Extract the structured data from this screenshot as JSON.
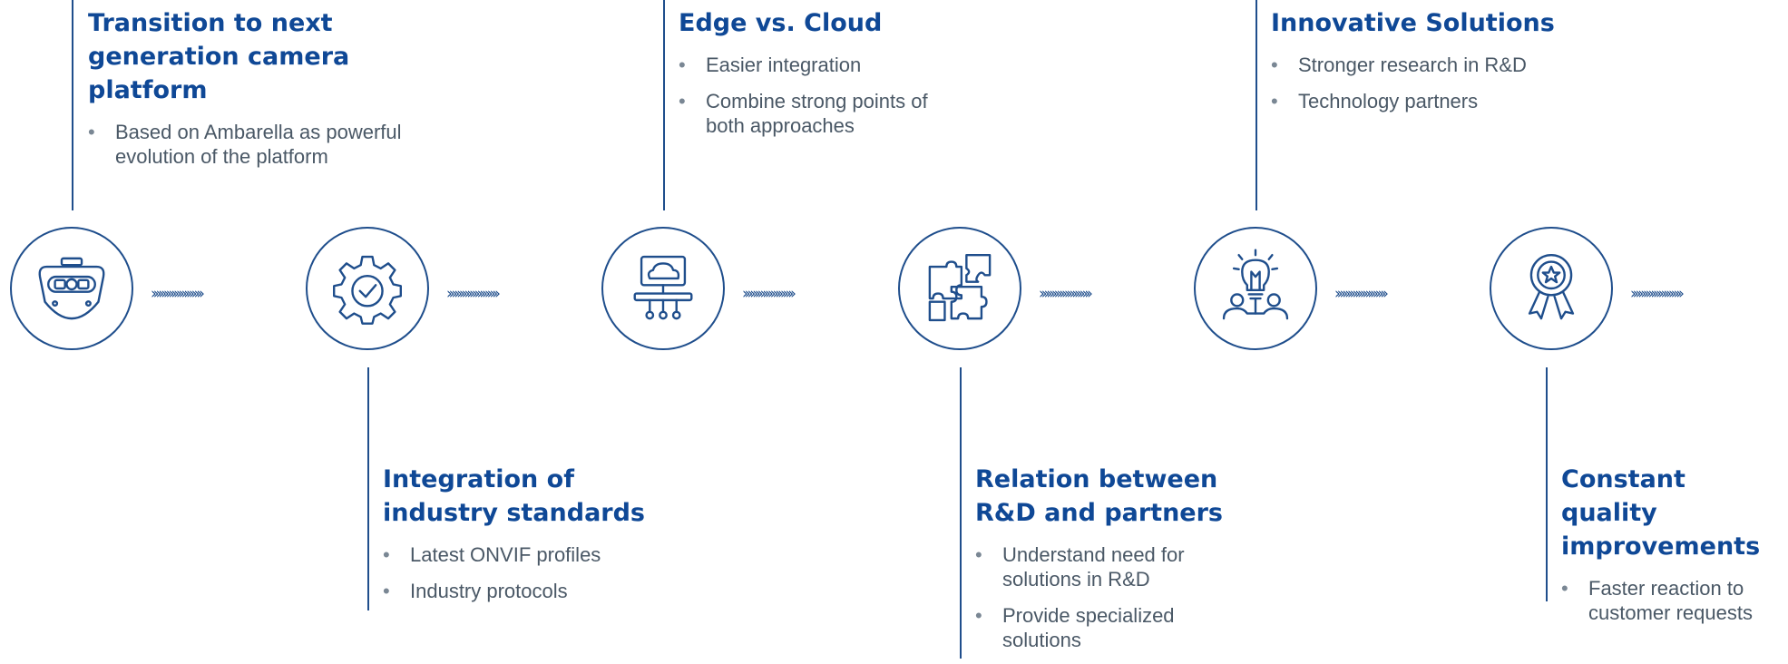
{
  "colors": {
    "accent": "#1f4e8c",
    "title": "#0f4896",
    "text": "#4a5866"
  },
  "timeline": {
    "connector": "››››››››››››››››››››",
    "steps": [
      {
        "icon": "camera-icon",
        "position": "top",
        "title_lines": [
          "Transition to next",
          "generation camera platform"
        ],
        "bullets": [
          "Based on Ambarella as powerful evolution of the platform"
        ]
      },
      {
        "icon": "gear-check-icon",
        "position": "bottom",
        "title_lines": [
          "Integration of",
          "industry standards"
        ],
        "bullets": [
          "Latest ONVIF profiles",
          "Industry protocols"
        ]
      },
      {
        "icon": "cloud-network-icon",
        "position": "top",
        "title_lines": [
          "Edge vs. Cloud"
        ],
        "bullets": [
          "Easier integration",
          "Combine strong points of both approaches"
        ]
      },
      {
        "icon": "puzzle-icon",
        "position": "bottom",
        "title_lines": [
          "Relation between",
          "R&D and partners"
        ],
        "bullets": [
          "Understand need for solutions in R&D",
          "Provide specialized solutions"
        ]
      },
      {
        "icon": "lightbulb-people-icon",
        "position": "top",
        "title_lines": [
          "Innovative Solutions"
        ],
        "bullets": [
          "Stronger research in R&D",
          "Technology partners"
        ]
      },
      {
        "icon": "award-ribbon-icon",
        "position": "bottom",
        "title_lines": [
          "Constant quality",
          "improvements"
        ],
        "bullets": [
          "Faster reaction to customer requests"
        ]
      }
    ]
  }
}
